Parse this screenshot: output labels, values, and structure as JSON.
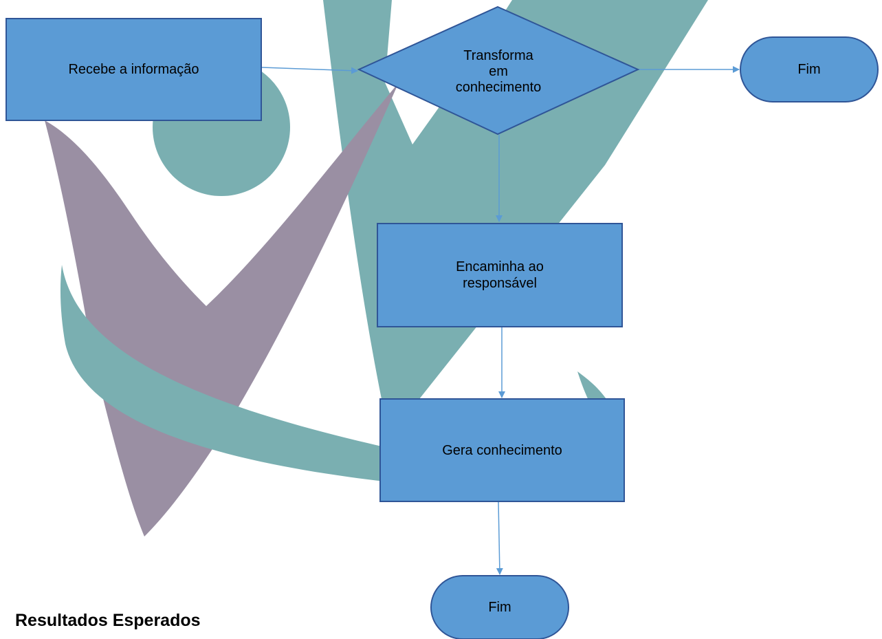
{
  "colors": {
    "shape_fill": "#5b9bd5",
    "shape_stroke": "#2f5597",
    "connector": "#5b9bd5",
    "watermark_teal": "#7aafb1",
    "watermark_purple": "#9a8fa3"
  },
  "diagram": {
    "nodes": {
      "receive": {
        "label": "Recebe a informação",
        "shape": "rectangle"
      },
      "transform": {
        "label_line1": "Transforma",
        "label_line2": "em",
        "label_line3": "conhecimento",
        "shape": "diamond"
      },
      "end_top": {
        "label": "Fim",
        "shape": "terminator"
      },
      "forward": {
        "label_line1": "Encaminha ao",
        "label_line2": "responsável",
        "shape": "rectangle"
      },
      "generate": {
        "label": "Gera conhecimento",
        "shape": "rectangle"
      },
      "end_bottom": {
        "label": "Fim",
        "shape": "terminator"
      }
    },
    "edges": [
      {
        "from": "receive",
        "to": "transform"
      },
      {
        "from": "transform",
        "to": "end_top"
      },
      {
        "from": "transform",
        "to": "forward"
      },
      {
        "from": "forward",
        "to": "generate"
      },
      {
        "from": "generate",
        "to": "end_bottom"
      }
    ]
  },
  "heading": {
    "text": "Resultados Esperados"
  }
}
